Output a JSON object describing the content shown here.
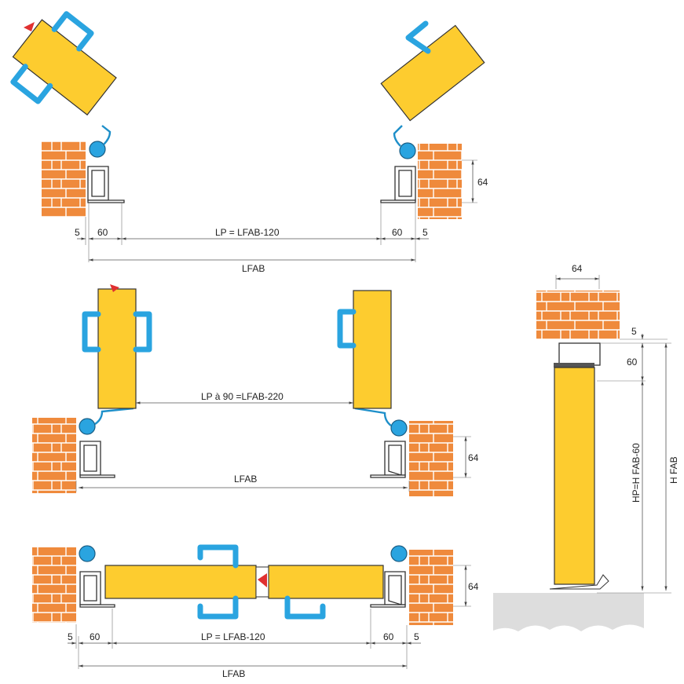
{
  "labels": {
    "d5": "5",
    "d60": "60",
    "d64": "64",
    "lp_120": "LP = LFAB-120",
    "lp_90": "LP à 90 =LFAB-220",
    "lfab": "LFAB",
    "hp": "HP=H FAB-60",
    "hfab": "H FAB"
  },
  "colors": {
    "brick": "#ef8a3c",
    "leaf": "#fdcc2f",
    "handle": "#2aa4e0",
    "seal": "#e03030",
    "floor": "#dddddd"
  }
}
